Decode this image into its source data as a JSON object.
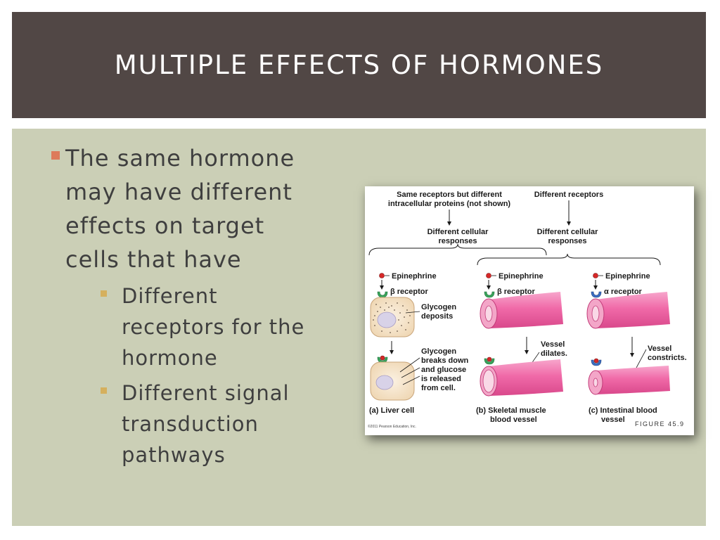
{
  "slide": {
    "title": "Multiple Effects of Hormones",
    "bullet_main": [
      "The same hormone",
      "may have different",
      "effects on target",
      "cells that have"
    ],
    "sub1": [
      "Different",
      "receptors for the",
      "hormone"
    ],
    "sub2": [
      "Different signal",
      "transduction",
      "pathways"
    ]
  },
  "figure": {
    "header_left": [
      "Same receptors but different",
      "intracellular proteins (not shown)"
    ],
    "header_right": "Different receptors",
    "responses_left": [
      "Different cellular",
      "responses"
    ],
    "responses_right": [
      "Different cellular",
      "responses"
    ],
    "epinephrine": "Epinephrine",
    "beta_receptor": "β receptor",
    "alpha_receptor": "α receptor",
    "glycogen_deposits": [
      "Glycogen",
      "deposits"
    ],
    "glycogen_release": [
      "Glycogen",
      "breaks down",
      "and glucose",
      "is released",
      "from cell."
    ],
    "vessel_dilates": [
      "Vessel",
      "dilates."
    ],
    "vessel_constricts": [
      "Vessel",
      "constricts."
    ],
    "caption_a": "(a) Liver cell",
    "caption_b": [
      "(b) Skeletal muscle",
      "blood vessel"
    ],
    "caption_c": [
      "(c) Intestinal blood",
      "vessel"
    ],
    "figure_number": "FIGURE 45.9",
    "copyright": "©2011 Pearson Education, Inc."
  },
  "colors": {
    "title_bg": "#514745",
    "content_bg": "#cbcfb6",
    "bullet_marker": "#dd7b5b",
    "sub_marker": "#d5b05e",
    "vessel_pink": "#f06aa8",
    "epinephrine_red": "#d62828",
    "beta_receptor_green": "#3aa55c",
    "alpha_receptor_blue": "#3b6fc4"
  }
}
